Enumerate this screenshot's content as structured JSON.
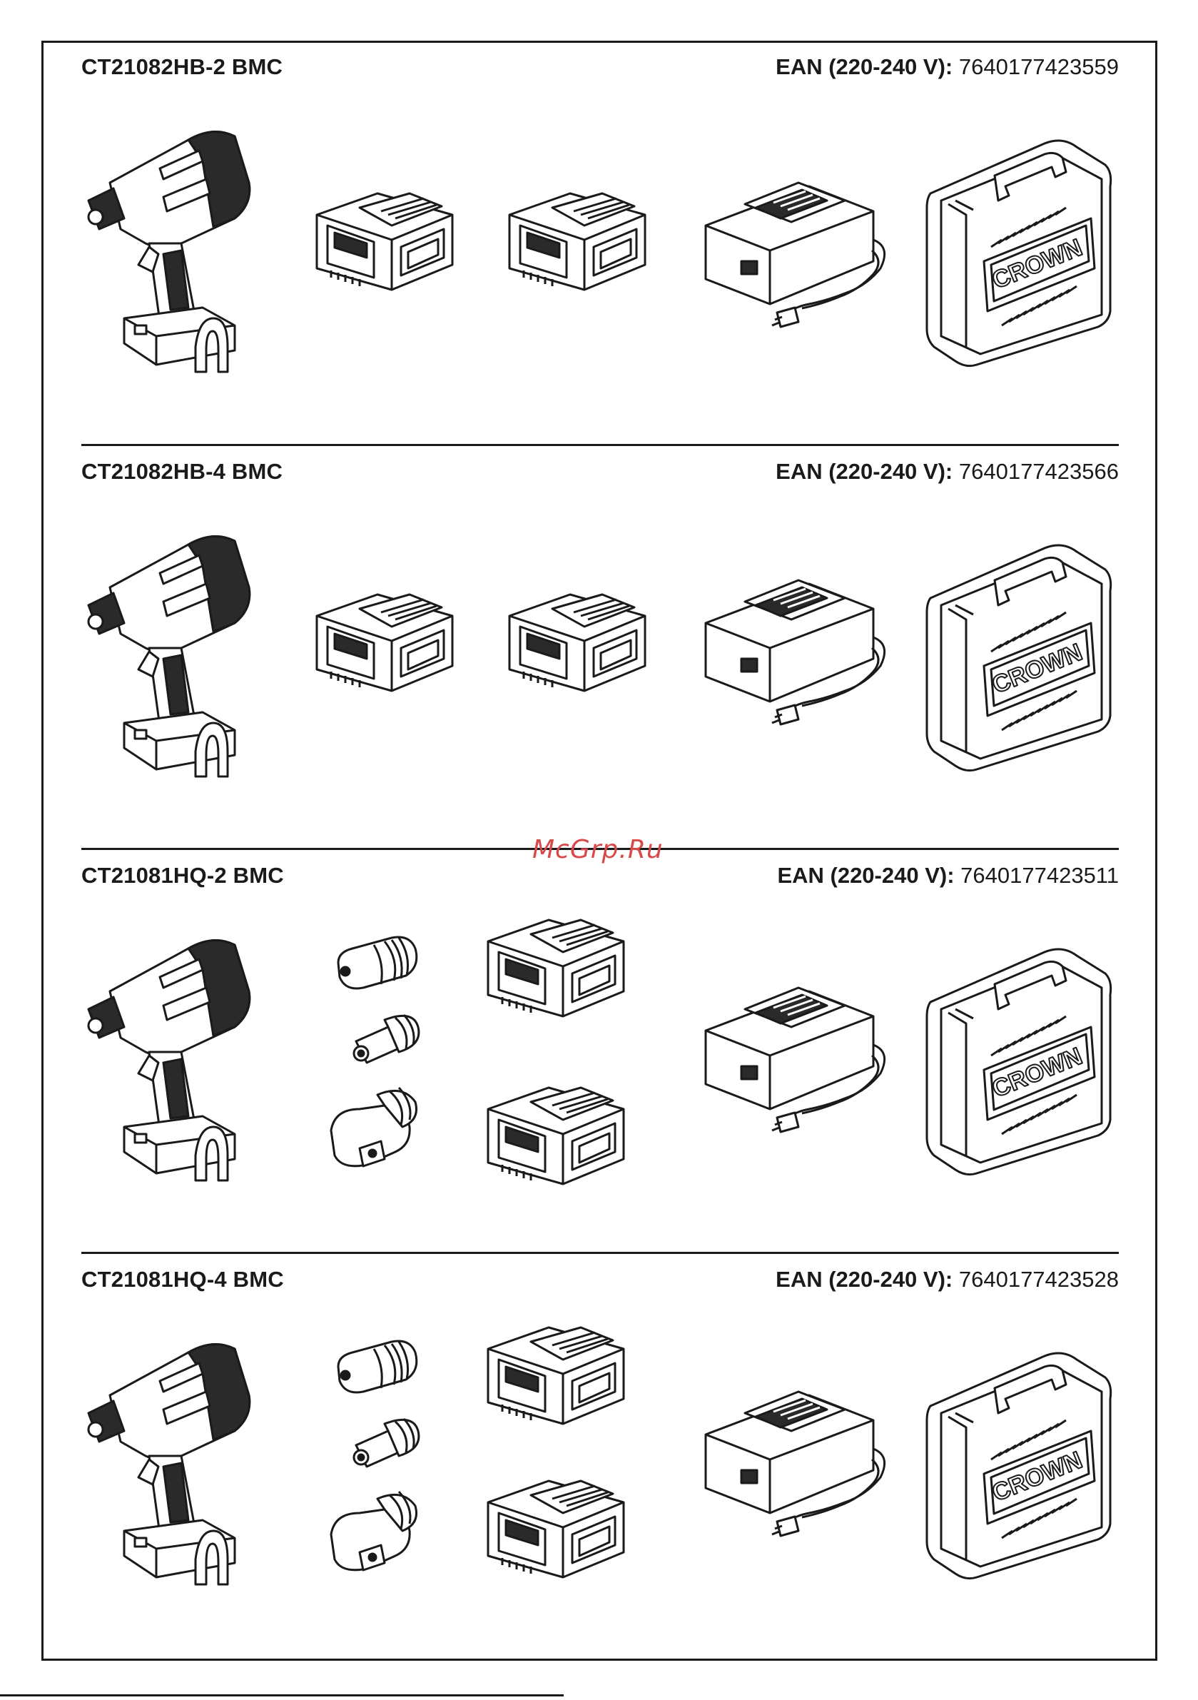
{
  "watermark": "McGrp.Ru",
  "sections": [
    {
      "model": "CT21082HB-2 BMC",
      "ean_label": "EAN (220-240 V)",
      "ean_code": "7640177423559",
      "items": [
        "impact-driver",
        "battery-2ah",
        "battery-2ah",
        "charger",
        "carry-case"
      ]
    },
    {
      "model": "CT21082HB-4 BMC",
      "ean_label": "EAN (220-240 V)",
      "ean_code": "7640177423566",
      "items": [
        "impact-driver",
        "battery-4ah",
        "battery-4ah",
        "charger",
        "carry-case"
      ]
    },
    {
      "model": "CT21081HQ-2 BMC",
      "ean_label": "EAN (220-240 V)",
      "ean_code": "7640177423511",
      "items": [
        "drill-driver",
        "keyless-chuck",
        "hex-adapter",
        "angle-adapter",
        "battery-2ah",
        "battery-2ah",
        "charger",
        "carry-case"
      ]
    },
    {
      "model": "CT21081HQ-4 BMC",
      "ean_label": "EAN (220-240 V)",
      "ean_code": "7640177423528",
      "items": [
        "drill-driver",
        "keyless-chuck",
        "hex-adapter",
        "angle-adapter",
        "battery-4ah",
        "battery-4ah",
        "charger",
        "carry-case"
      ]
    }
  ],
  "case_brand": "CROWN"
}
